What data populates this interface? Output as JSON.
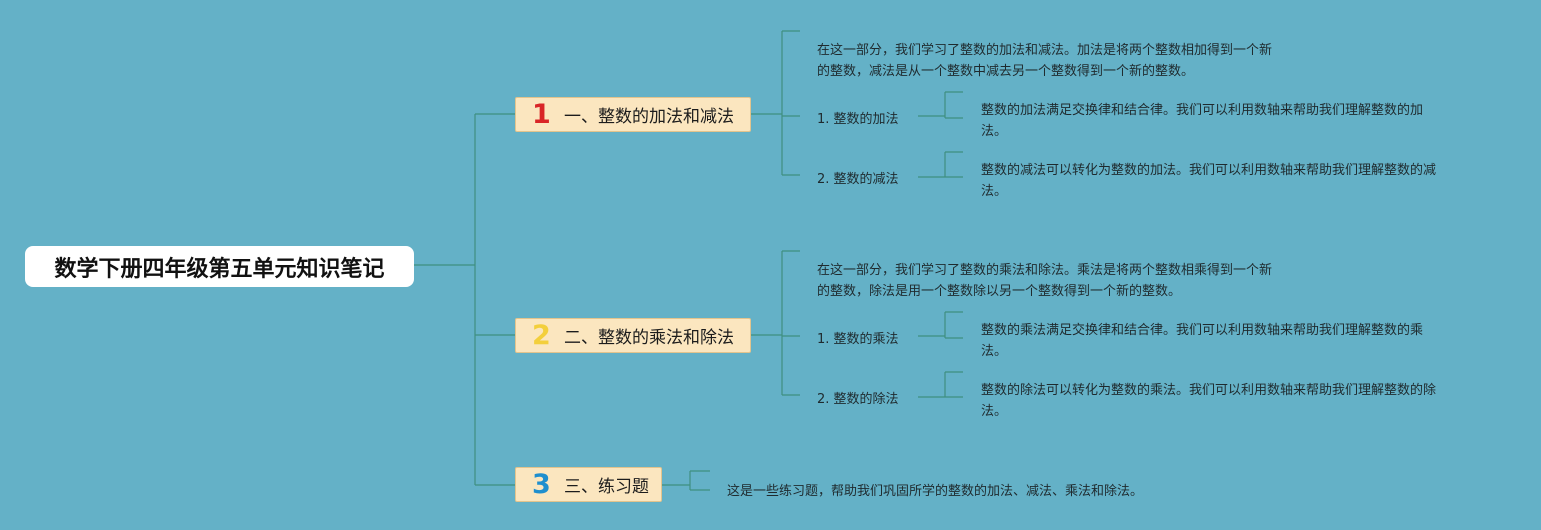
{
  "title": "数学下册四年级第五单元知识笔记",
  "branches": [
    {
      "num": "1",
      "label": "一、整数的加法和减法",
      "intro_line1": "在这一部分，我们学习了整数的加法和减法。加法是将两个整数相加得到一个新",
      "intro_line2": "的整数，减法是从一个整数中减去另一个整数得到一个新的整数。",
      "subs": [
        {
          "label": "1. 整数的加法",
          "detail_line1": "整数的加法满足交换律和结合律。我们可以利用数轴来帮助我们理解整数的加",
          "detail_line2": "法。"
        },
        {
          "label": "2. 整数的减法",
          "detail_line1": "整数的减法可以转化为整数的加法。我们可以利用数轴来帮助我们理解整数的减",
          "detail_line2": "法。"
        }
      ]
    },
    {
      "num": "2",
      "label": "二、整数的乘法和除法",
      "intro_line1": "在这一部分，我们学习了整数的乘法和除法。乘法是将两个整数相乘得到一个新",
      "intro_line2": "的整数，除法是用一个整数除以另一个整数得到一个新的整数。",
      "subs": [
        {
          "label": "1. 整数的乘法",
          "detail_line1": "整数的乘法满足交换律和结合律。我们可以利用数轴来帮助我们理解整数的乘",
          "detail_line2": "法。"
        },
        {
          "label": "2. 整数的除法",
          "detail_line1": "整数的除法可以转化为整数的乘法。我们可以利用数轴来帮助我们理解整数的除",
          "detail_line2": "法。"
        }
      ]
    },
    {
      "num": "3",
      "label": "三、练习题",
      "intro_line1": "这是一些练习题，帮助我们巩固所学的整数的加法、减法、乘法和除法。"
    }
  ],
  "colors": {
    "background": "#64b1c7",
    "connector": "#3f8f80",
    "branch_fill": "#fbe6bf",
    "num1": "#d92527",
    "num2": "#f3cf3c",
    "num3": "#1f8fce"
  }
}
